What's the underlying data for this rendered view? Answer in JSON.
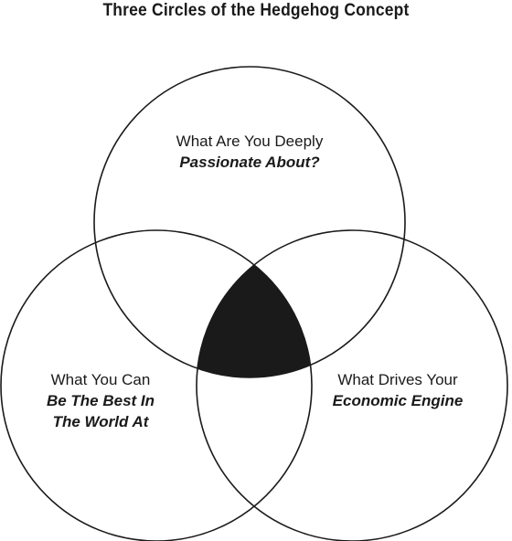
{
  "title": "Three Circles of the Hedgehog Concept",
  "circles": {
    "top": {
      "line1": "What Are You Deeply",
      "line2": "Passionate About?"
    },
    "left": {
      "line1": "What You Can",
      "line2": "Be The Best In",
      "line3": "The World At"
    },
    "right": {
      "line1": "What Drives Your",
      "line2": "Economic Engine"
    }
  },
  "colors": {
    "stroke": "#1a1a1a",
    "intersection_fill": "#1a1a1a",
    "background": "#ffffff"
  }
}
